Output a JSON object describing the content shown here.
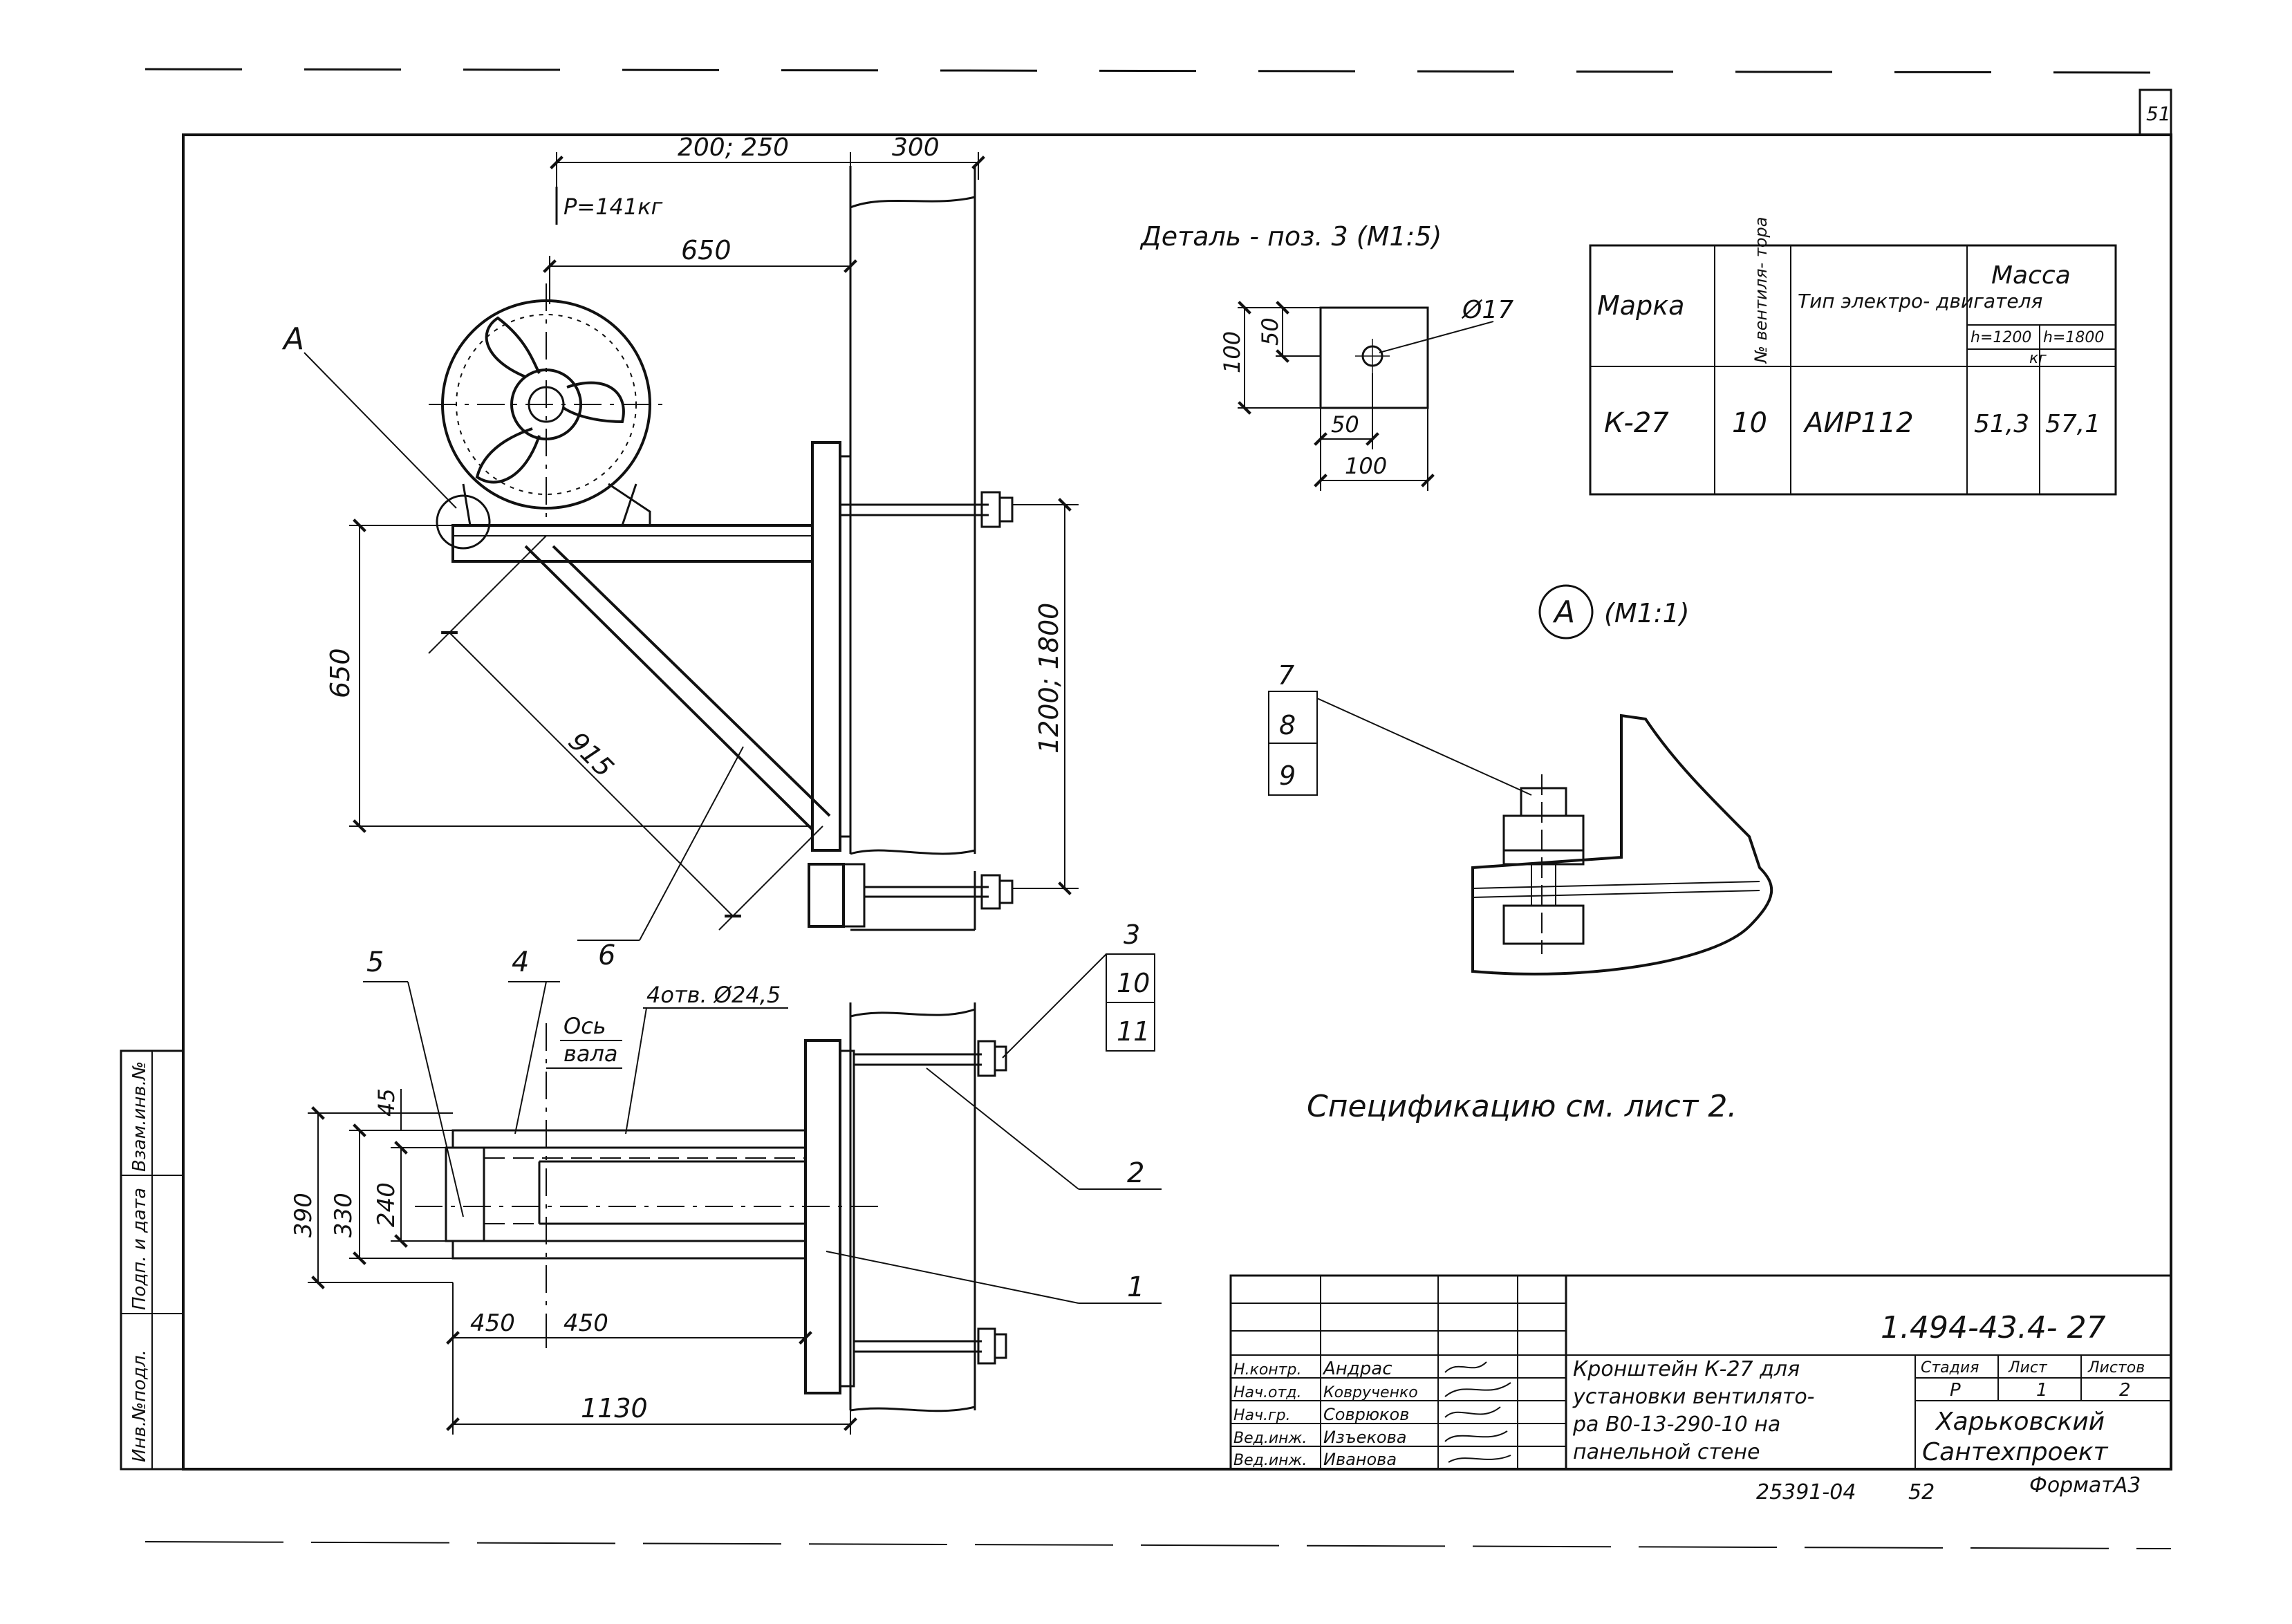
{
  "sheet_corner_number": "51",
  "load_label": "P=141кг",
  "detail_title": "Деталь - поз. 3 (М1:5)",
  "detail_hole": "Ø17",
  "detail_view_A": "А",
  "view_A_scale": "(М1:1)",
  "spec_note": "Спецификацию см. лист 2.",
  "callout_A": "А",
  "axis_label_top": "Ось",
  "axis_label_bottom": "вала",
  "holes_label": "4отв. Ø24,5",
  "dims": {
    "top_200_250": "200; 250",
    "top_300": "300",
    "horiz_650": "650",
    "vert_650": "650",
    "diag_915": "915",
    "vert_1200_1800": "1200; 1800",
    "d_100_v": "100",
    "d_50_v": "50",
    "d_50_h": "50",
    "d_100_h": "100",
    "d_390": "390",
    "d_330": "330",
    "d_240": "240",
    "d_45": "45",
    "d_450_a": "450",
    "d_450_b": "450",
    "d_1130": "1130"
  },
  "positions": [
    "1",
    "2",
    "3",
    "4",
    "5",
    "6",
    "7",
    "8",
    "9",
    "10",
    "11"
  ],
  "table": {
    "headers": {
      "mark": "Марка",
      "fan_no": "№ вентиля- тора",
      "motor_type": "Тип электро- двигателя",
      "mass": "Масса",
      "h1": "h=1200",
      "h2": "h=1800",
      "unit": "кг"
    },
    "row": {
      "mark": "К-27",
      "fan_no": "10",
      "motor_type": "АИР112",
      "mass1": "51,3",
      "mass2": "57,1"
    }
  },
  "title_block": {
    "doc_code": "1.494-43.4- 27",
    "title_line1": "Кронштейн К-27 для",
    "title_line2": "установки вентилято-",
    "title_line3": "ра В0-13-290-10 на",
    "title_line4": "панельной стене",
    "stage_label": "Стадия",
    "sheet_label": "Лист",
    "sheets_label": "Листов",
    "stage": "Р",
    "sheet": "1",
    "sheets": "2",
    "org_line1": "Харьковский",
    "org_line2": "Сантехпроект",
    "roles": [
      {
        "role": "Н.контр.",
        "name": "Андрас"
      },
      {
        "role": "Нач.отд.",
        "name": "Коврученко"
      },
      {
        "role": "Нач.гр.",
        "name": "Соврюков"
      },
      {
        "role": "Вед.инж.",
        "name": "Изъекова"
      },
      {
        "role": "Вед.инж.",
        "name": "Иванова"
      }
    ],
    "order_no": "25391-04",
    "page_no": "52",
    "format": "ФорматА3"
  },
  "side_stamp": [
    "Инв.№подл.",
    "Подп. и дата",
    "Взам.инв.№"
  ]
}
